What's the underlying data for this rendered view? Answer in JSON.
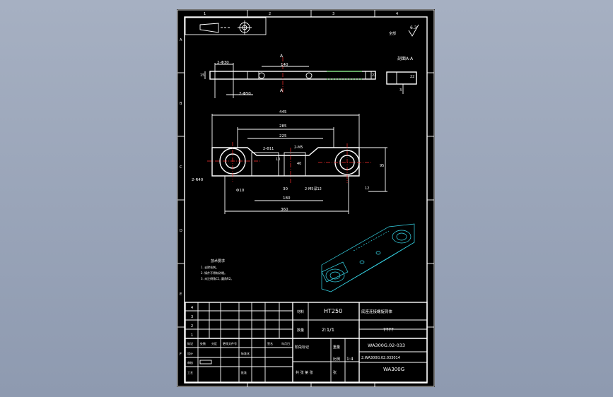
{
  "sheet": {
    "zone_numbers_top": [
      "1",
      "2",
      "3",
      "4"
    ],
    "zone_letters_left": [
      "A",
      "B",
      "C",
      "D",
      "E",
      "F"
    ]
  },
  "views": {
    "section_label_a": "A",
    "section_label_b": "A",
    "section_title": "剖面A-A",
    "roughness_value": "6.3",
    "roughness_note": "全部"
  },
  "dimensions": {
    "top_holes": "2-Φ30",
    "top_len": "140",
    "top_bottom": "2-Φ50",
    "top_h": "15",
    "top_right": "22",
    "sec_w": "22",
    "sec_h": "3",
    "overall": "445",
    "d285": "285",
    "d225": "225",
    "holes_11": "2-Φ11",
    "holes_m": "2-M5",
    "d10": "10",
    "d40": "40",
    "d30": "30",
    "d180": "180",
    "d360": "360",
    "r40": "2-R40",
    "phi10": "Φ10",
    "m_bottom": "2-M5深12",
    "d95": "95",
    "d12": "12"
  },
  "notes": {
    "title": "技术要求",
    "lines": [
      "1. 去除毛刺。",
      "2. 铸件不得有砂眼。",
      "3. 未注倒角C1, 圆角R2。"
    ]
  },
  "title_block": {
    "material": "HT250",
    "material_label": "材料",
    "part_name": "底座连接螺旋臂体",
    "scale_value": "2:1/1",
    "scale_label": "数量",
    "unknown": "????",
    "drawing_no": "WA300G.02-033",
    "sub_drawing_no": "2.WA300G.02.033014",
    "product_code": "WA300G",
    "stage_label": "阶段标记",
    "weight_label": "重量",
    "ratio_label": "比例",
    "ratio_value": "1:4",
    "sheets_label": "共 张 第 张",
    "sheets_unit": "张",
    "rev_numbers": [
      "4",
      "3",
      "2",
      "1"
    ],
    "header_cells": [
      "标记",
      "处数",
      "分区",
      "更改文件号",
      "签名",
      "年月日"
    ],
    "sign_rows": [
      "设计",
      "审核",
      "工艺"
    ],
    "sign_right": [
      "标准化",
      "",
      "批准"
    ]
  }
}
